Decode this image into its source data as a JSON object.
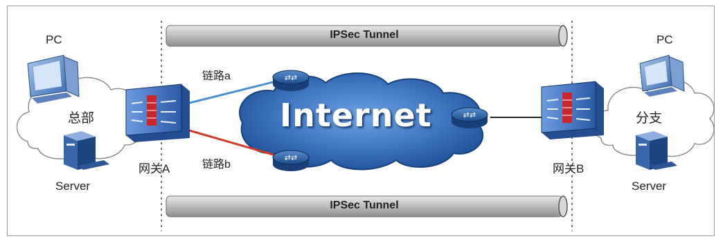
{
  "tunnels": {
    "top": "IPSec Tunnel",
    "bottom": "IPSec Tunnel"
  },
  "internet": "Internet",
  "left_site": {
    "pc": "PC",
    "name": "总部",
    "server": "Server",
    "gateway": "网关A"
  },
  "right_site": {
    "pc": "PC",
    "name": "分支",
    "server": "Server",
    "gateway": "网关B"
  },
  "links": {
    "a": "链路a",
    "b": "链路b"
  },
  "colors": {
    "link_a": "#4a8fd0",
    "link_b": "#d23a2a",
    "link_c": "#222222",
    "cloud": "#3f78c4",
    "tunnel": "#bdbdbd"
  }
}
